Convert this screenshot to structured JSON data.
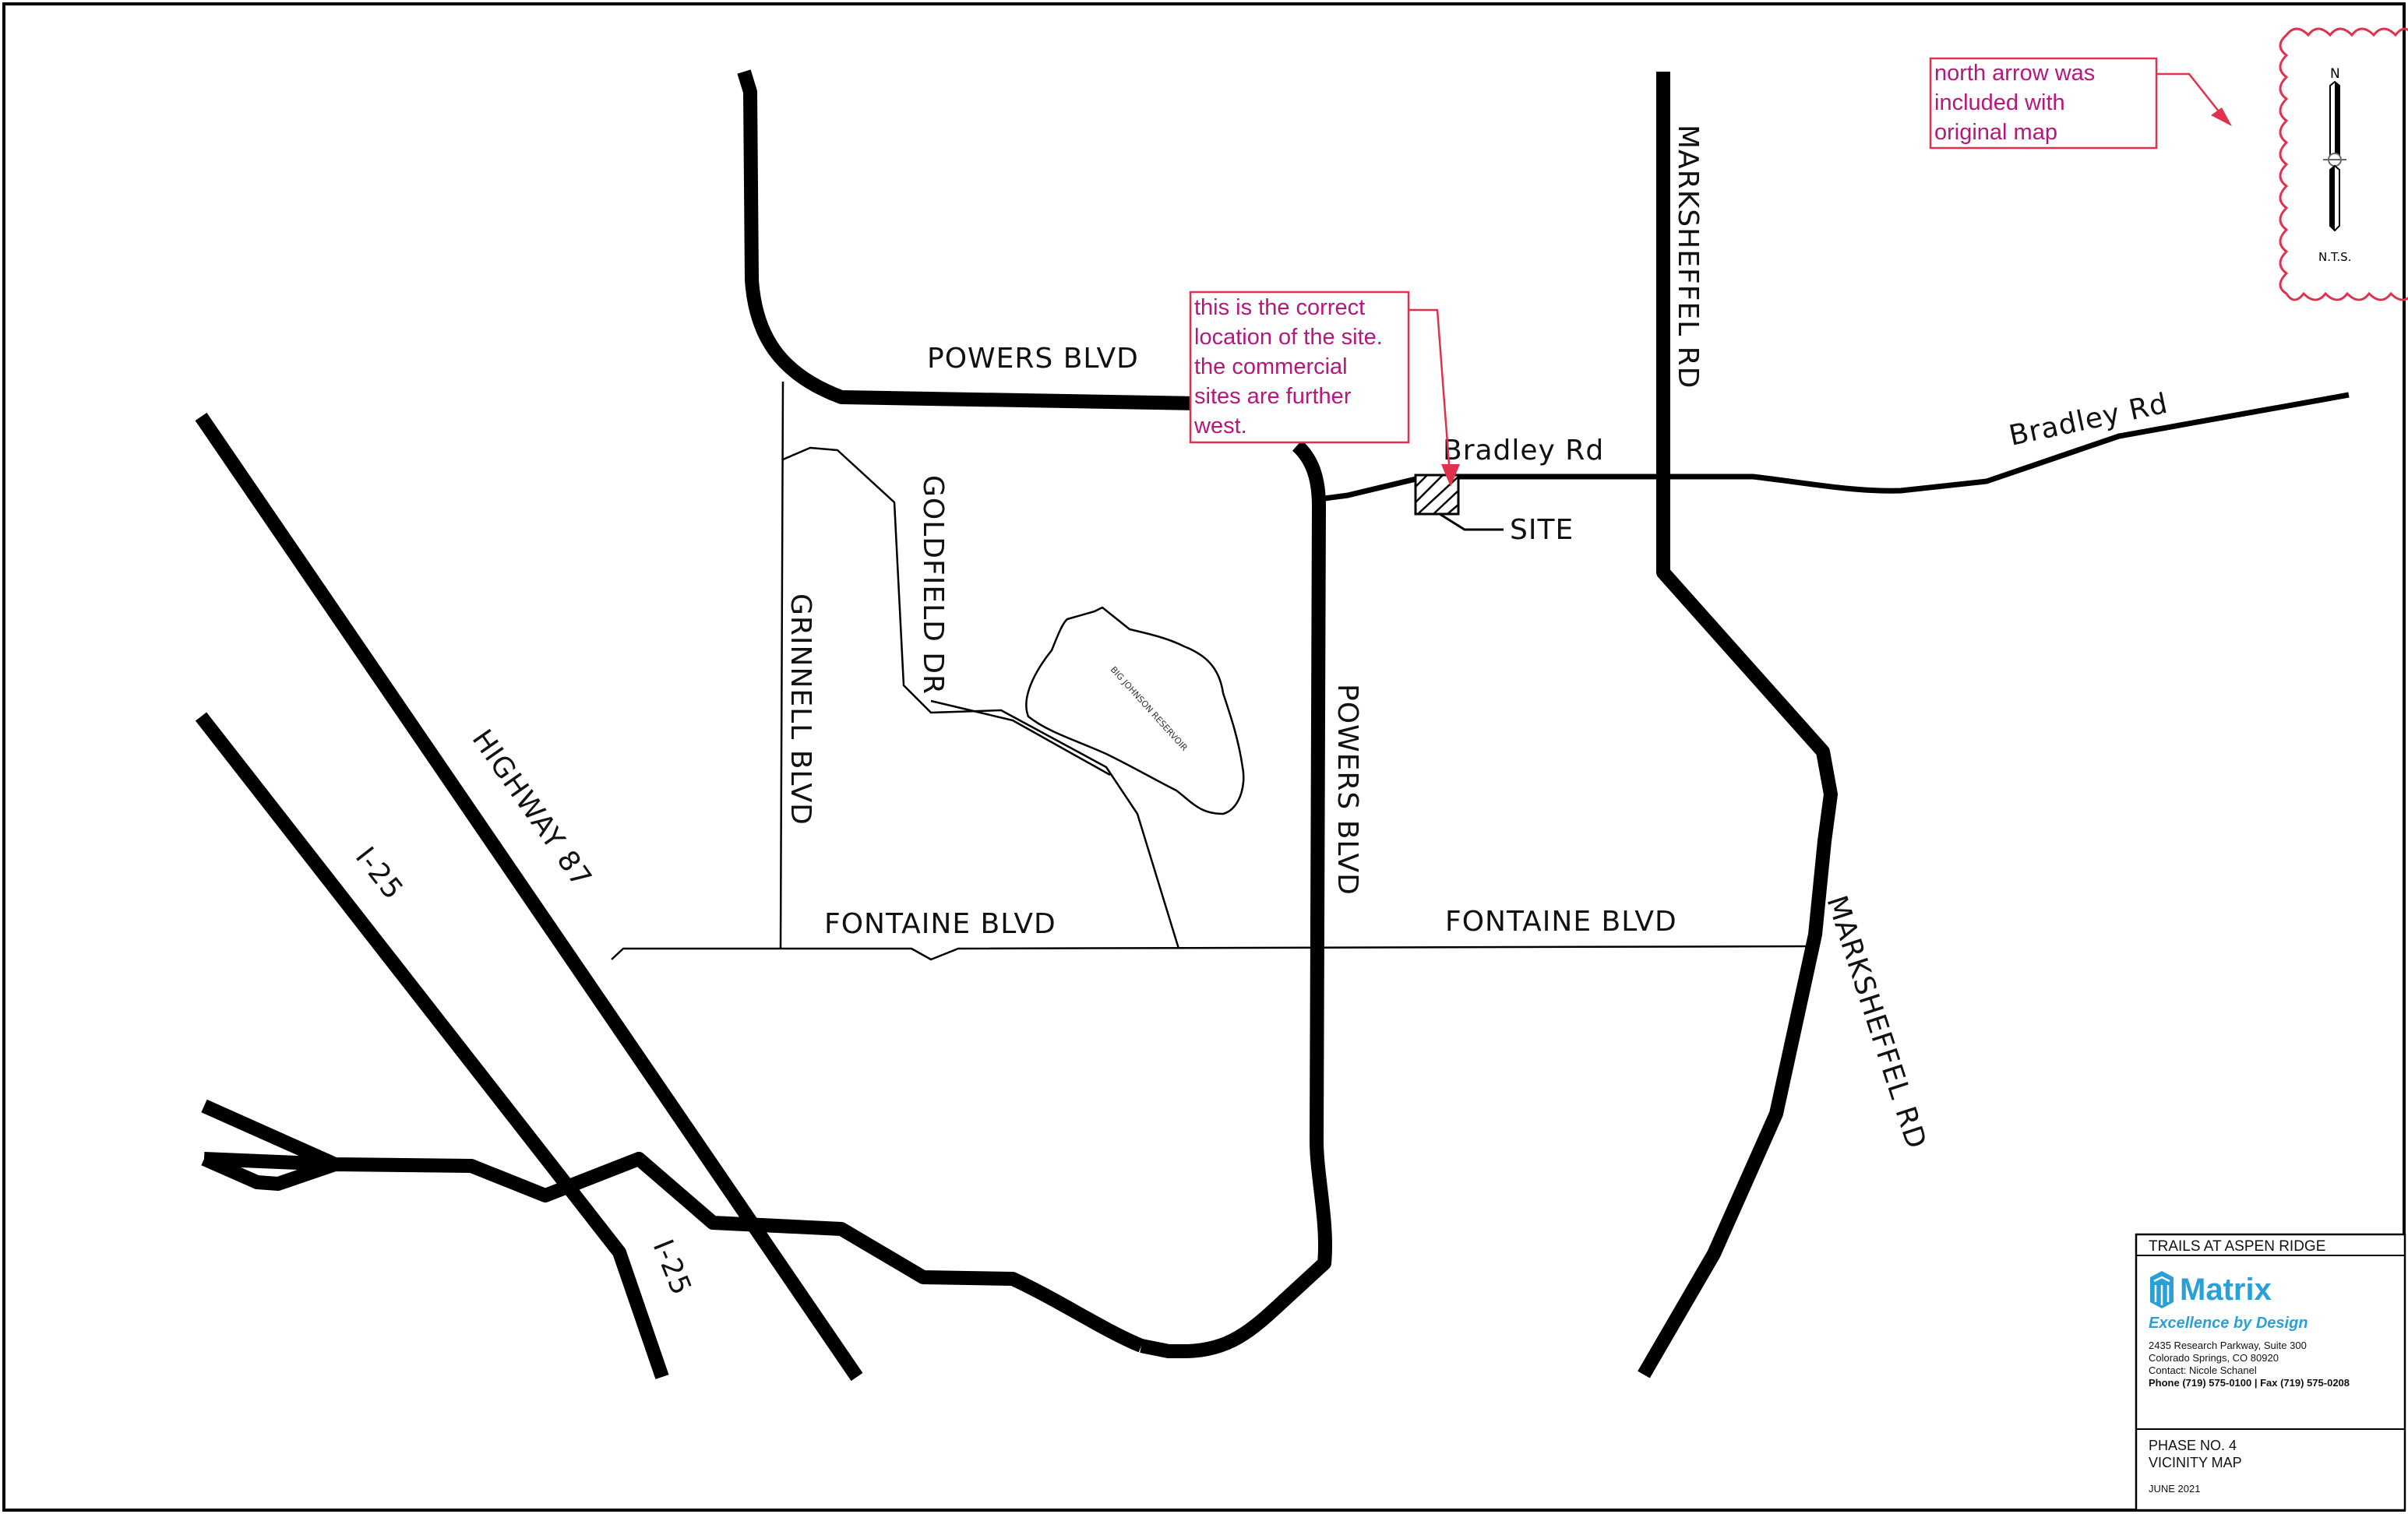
{
  "roads": {
    "powers_blvd_north": "POWERS BLVD",
    "powers_blvd_vertical": "POWERS BLVD",
    "goldfield_dr": "GOLDFIELD DR",
    "grinnell_blvd": "GRINNELL BLVD",
    "highway_87": "HIGHWAY 87",
    "i25_upper": "I-25",
    "i25_lower": "I-25",
    "fontaine_west": "FONTAINE BLVD",
    "fontaine_east": "FONTAINE BLVD",
    "marksheffel_north": "MARKSHEFFEL RD",
    "marksheffel_south": "MARKSHEFFEL RD",
    "bradley_west": "Bradley Rd",
    "bradley_east": "Bradley Rd"
  },
  "features": {
    "reservoir": "BIG JOHNSON RESERVOIR",
    "site": "SITE"
  },
  "callouts": {
    "site_note": [
      "this is the correct",
      "location of the site.",
      "the commercial",
      "sites are further",
      "west."
    ],
    "north_note": [
      "north arrow was",
      "included with",
      "original map"
    ]
  },
  "north_arrow": {
    "letter": "N",
    "scale": "N.T.S."
  },
  "title_block": {
    "project": "TRAILS AT ASPEN RIDGE",
    "company": "Matrix",
    "tagline": "Excellence by Design",
    "address1": "2435 Research Parkway, Suite 300",
    "address2": "Colorado Springs, CO 80920",
    "contact": "Contact: Nicole Schanel",
    "phone": "Phone  (719) 575-0100 | Fax  (719) 575-0208",
    "phase": "PHASE NO. 4",
    "sheet": "VICINITY MAP",
    "date": "JUNE 2021"
  },
  "colors": {
    "markup_red": "#e0324c",
    "markup_text": "#b5187a",
    "brand_blue": "#2aa0d8"
  }
}
